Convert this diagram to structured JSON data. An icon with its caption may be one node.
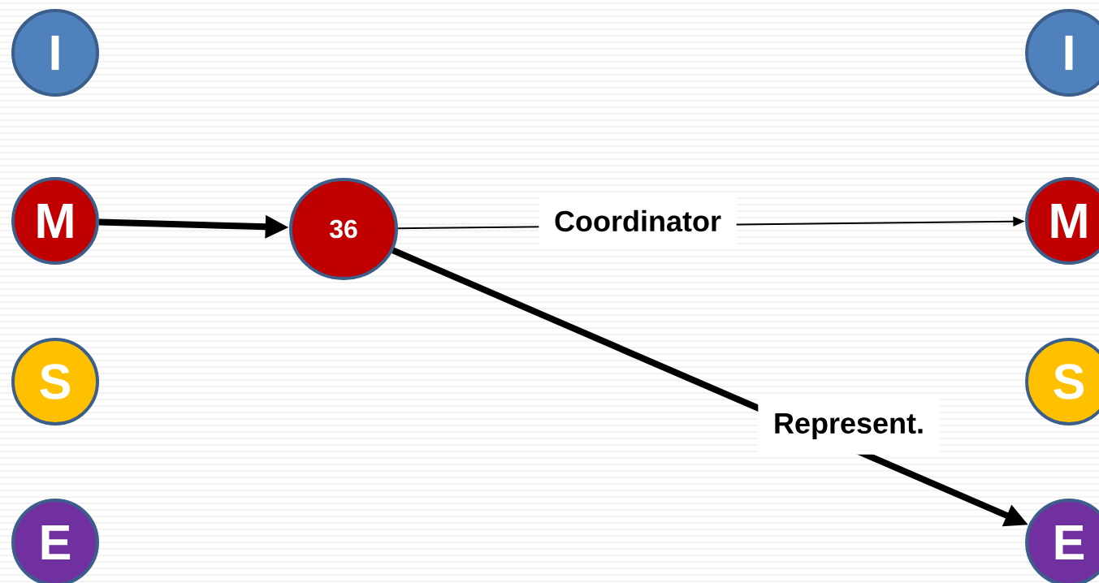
{
  "diagram": {
    "nodes": [
      {
        "text": [
          "I"
        ]
      },
      {
        "text": [
          "M"
        ]
      },
      {
        "text": [
          "S"
        ]
      },
      {
        "text": [
          "E"
        ]
      },
      {
        "text": [
          "36"
        ]
      },
      {
        "text": [
          "I"
        ]
      },
      {
        "text": [
          "M"
        ]
      },
      {
        "text": [
          "S"
        ]
      },
      {
        "text": [
          "E"
        ]
      }
    ],
    "edges": [
      {
        "from": 1,
        "to": 4,
        "arrow": "to"
      },
      {
        "from": 4,
        "to": 6,
        "arrow": "to",
        "label": "Coordinator"
      },
      {
        "from": 4,
        "to": 8,
        "arrow": "to",
        "label": "Represent."
      }
    ]
  }
}
